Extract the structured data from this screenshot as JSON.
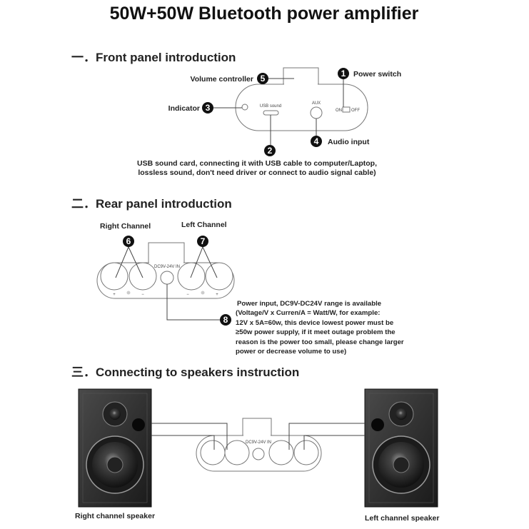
{
  "title": "50W+50W Bluetooth power amplifier",
  "sections": {
    "front": {
      "heading": "一．Front panel introduction",
      "volume_controller": "Volume controller",
      "power_switch": "Power switch",
      "indicator": "Indicator",
      "audio_input": "Audio input",
      "usb_label": "USB sound",
      "aux_label": "AUX",
      "on_label": "ON",
      "off_label": "OFF",
      "usb_note": [
        "USB sound card, connecting it with USB cable to computer/Laptop,",
        "lossless sound, don't need driver or connect to audio signal cable)"
      ]
    },
    "rear": {
      "heading": "二．Rear panel introduction",
      "right_channel": "Right Channel",
      "left_channel": "Left Channel",
      "dc_label": "DC9V-24V IN",
      "plus": "+",
      "minus": "−",
      "power_note": [
        "Power input, DC9V-DC24V range is available",
        "(Voltage/V x Curren/A = Watt/W, for example:",
        "12V x 5A=60w, this device lowest power must be",
        "≥50w power supply, if it meet outage problem the",
        "reason is the power too small, please change larger",
        "power or decrease volume to use)"
      ]
    },
    "connect": {
      "heading": "三．Connecting to speakers instruction",
      "right_speaker": "Right channel speaker",
      "left_speaker": "Left channel speaker",
      "dc_label": "DC9V-24V IN"
    }
  },
  "callouts": [
    "1",
    "2",
    "3",
    "4",
    "5",
    "6",
    "7",
    "8"
  ]
}
